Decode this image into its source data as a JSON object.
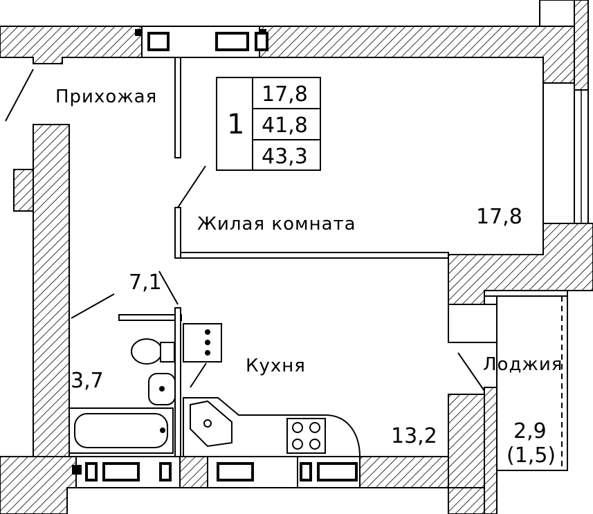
{
  "summary": {
    "rooms_count": "1",
    "living_area": "17,8",
    "total_area": "41,8",
    "total_with_balcony": "43,3"
  },
  "rooms": {
    "hall": {
      "name": "Прихожая",
      "area": "7,1"
    },
    "living": {
      "name": "Жилая комната",
      "area": "17,8"
    },
    "kitchen": {
      "name": "Кухня",
      "area": "13,2"
    },
    "bathroom": {
      "area": "3,7"
    },
    "loggia": {
      "name": "Лоджия",
      "area": "2,9",
      "reduced_area": "(1,5)"
    }
  }
}
